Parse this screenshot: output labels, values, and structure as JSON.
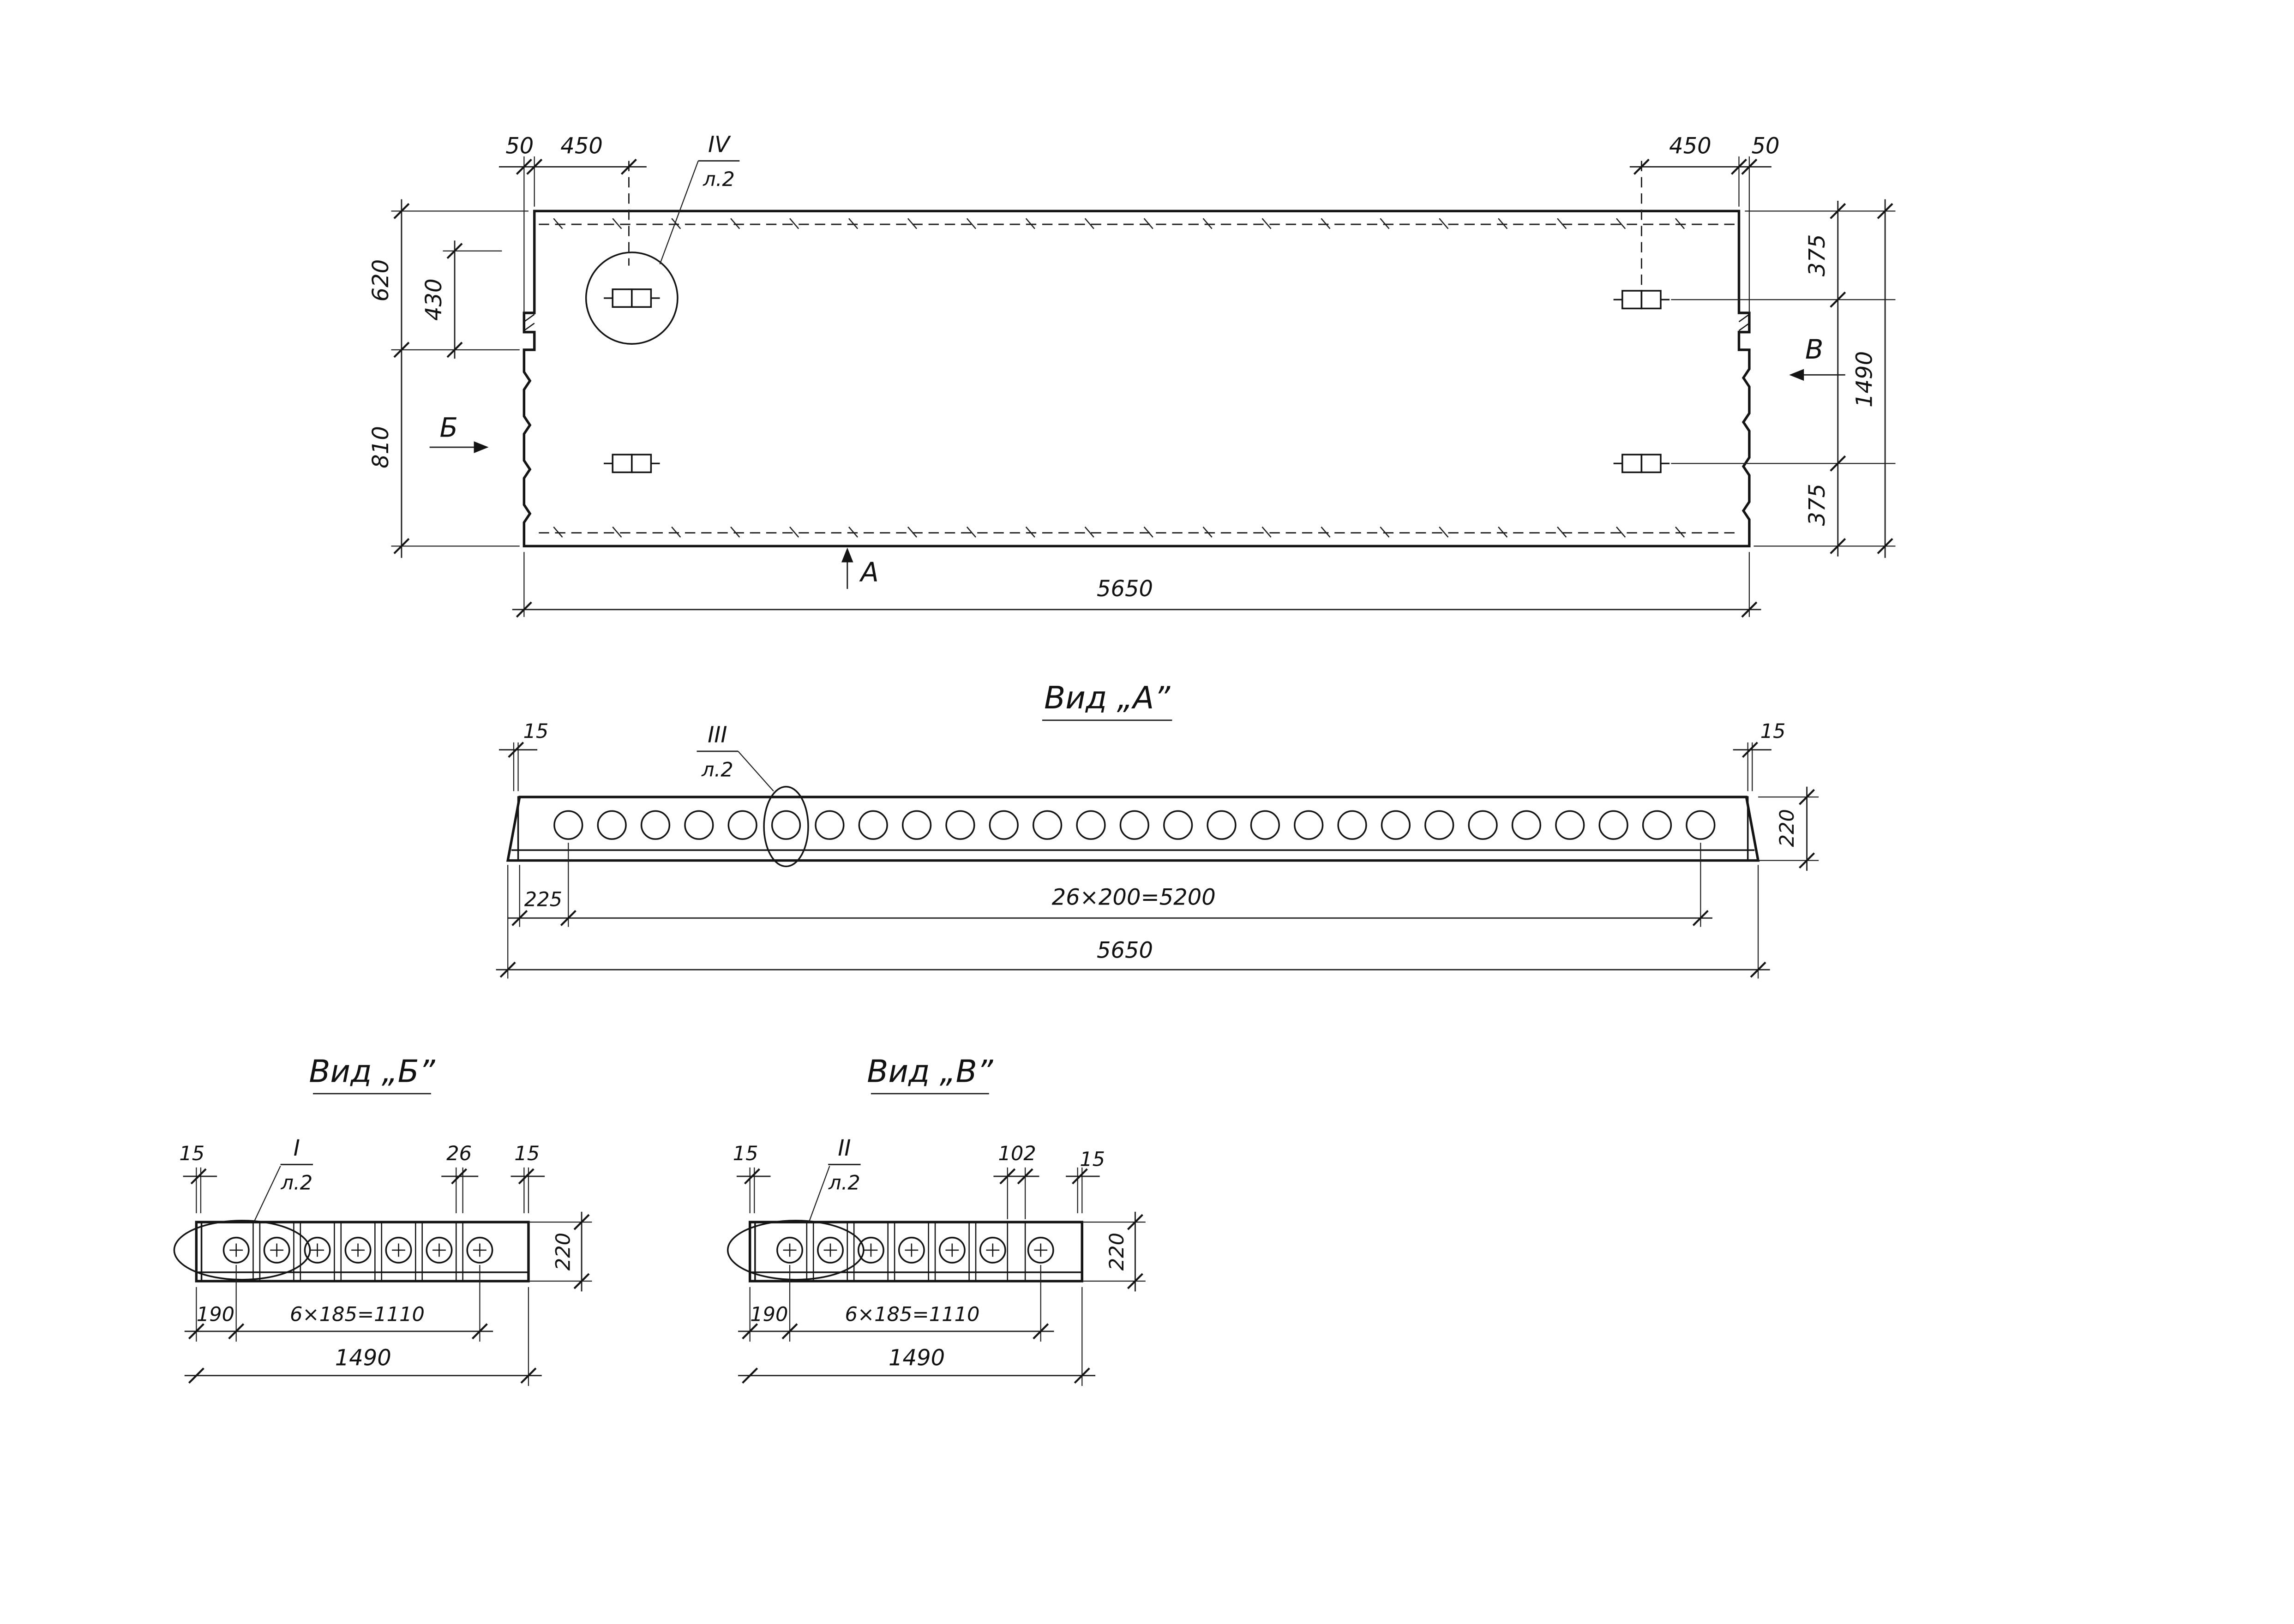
{
  "colors": {
    "ink": "#141414",
    "paper": "#ffffff"
  },
  "plan": {
    "callout_detail": {
      "num": "IV",
      "sheet": "л.2"
    },
    "dims": {
      "gap_left": "50",
      "loop_left": "450",
      "loop_right": "450",
      "gap_right": "50",
      "top_height": "620",
      "loop_offset": "430",
      "bottom_height": "810",
      "edge_top": "375",
      "edge_bottom": "375",
      "width_total": "1490",
      "length_total": "5650"
    },
    "sections": {
      "a": "А",
      "b": "Б",
      "v": "В"
    }
  },
  "view_a": {
    "title": "Вид „А”",
    "callout_detail": {
      "num": "III",
      "sheet": "л.2"
    },
    "dims": {
      "end_left": "15",
      "end_right": "15",
      "height": "220",
      "first_core": "225",
      "cores": "26×200=5200",
      "length_total": "5650"
    }
  },
  "view_b": {
    "title": "Вид „Б”",
    "callout_detail": {
      "num": "I",
      "sheet": "л.2"
    },
    "dims": {
      "end_left": "15",
      "web": "26",
      "end_right": "15",
      "height": "220",
      "first_core": "190",
      "cores": "6×185=1110",
      "width_total": "1490"
    }
  },
  "view_v": {
    "title": "Вид „В”",
    "callout_detail": {
      "num": "II",
      "sheet": "л.2"
    },
    "dims": {
      "end_left": "15",
      "web": "102",
      "end_right": "15",
      "height": "220",
      "first_core": "190",
      "cores": "6×185=1110",
      "width_total": "1490"
    }
  }
}
